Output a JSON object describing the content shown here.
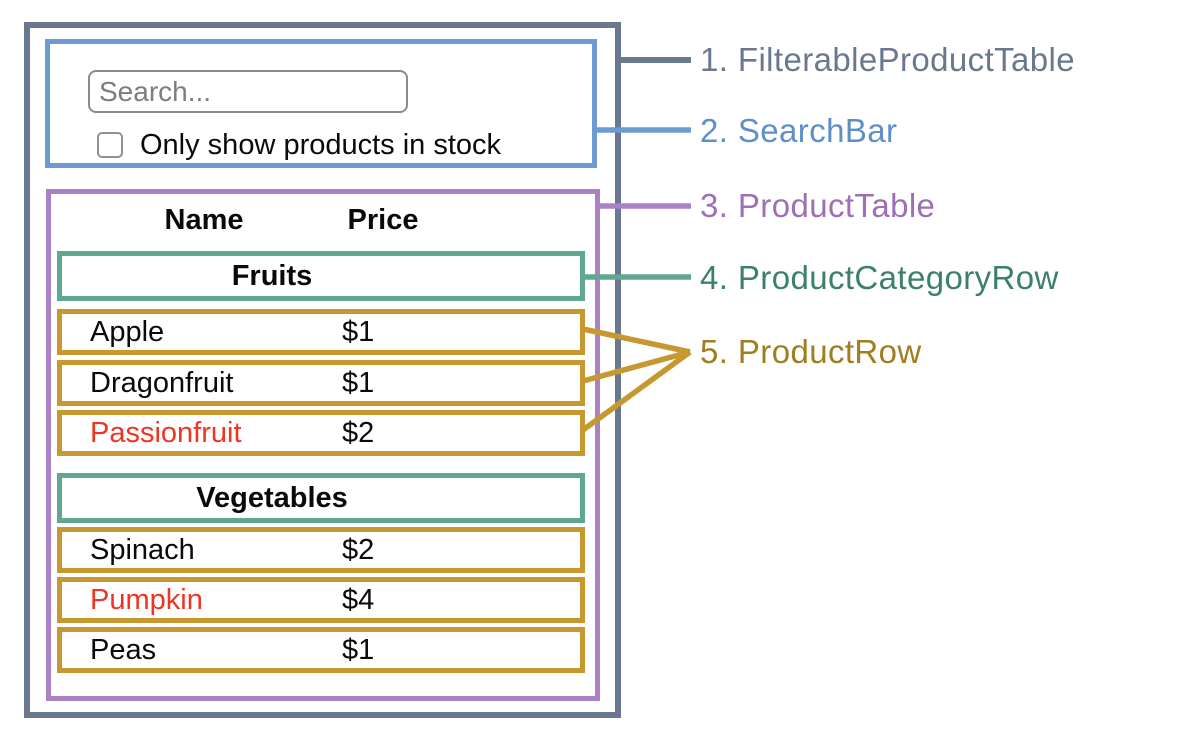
{
  "colors": {
    "filterable_product_table": "#69788F",
    "search_bar": "#6D9BD1",
    "product_table": "#AB81C5",
    "product_category_row": "#5FA78F",
    "product_row": "#C6982F",
    "out_of_stock_text": "#EE3524",
    "text": "#0a0a0a"
  },
  "search_bar": {
    "placeholder": "Search...",
    "checkbox_label": "Only show products in stock",
    "checkbox_checked": false
  },
  "table": {
    "columns": {
      "name": "Name",
      "price": "Price"
    },
    "sections": [
      {
        "category": "Fruits",
        "rows": [
          {
            "name": "Apple",
            "price": "$1",
            "in_stock": true
          },
          {
            "name": "Dragonfruit",
            "price": "$1",
            "in_stock": true
          },
          {
            "name": "Passionfruit",
            "price": "$2",
            "in_stock": false
          }
        ]
      },
      {
        "category": "Vegetables",
        "rows": [
          {
            "name": "Spinach",
            "price": "$2",
            "in_stock": true
          },
          {
            "name": "Pumpkin",
            "price": "$4",
            "in_stock": false
          },
          {
            "name": "Peas",
            "price": "$1",
            "in_stock": true
          }
        ]
      }
    ]
  },
  "legend": [
    {
      "label": "1. FilterableProductTable"
    },
    {
      "label": "2. SearchBar"
    },
    {
      "label": "3. ProductTable"
    },
    {
      "label": "4. ProductCategoryRow"
    },
    {
      "label": "5. ProductRow"
    }
  ]
}
